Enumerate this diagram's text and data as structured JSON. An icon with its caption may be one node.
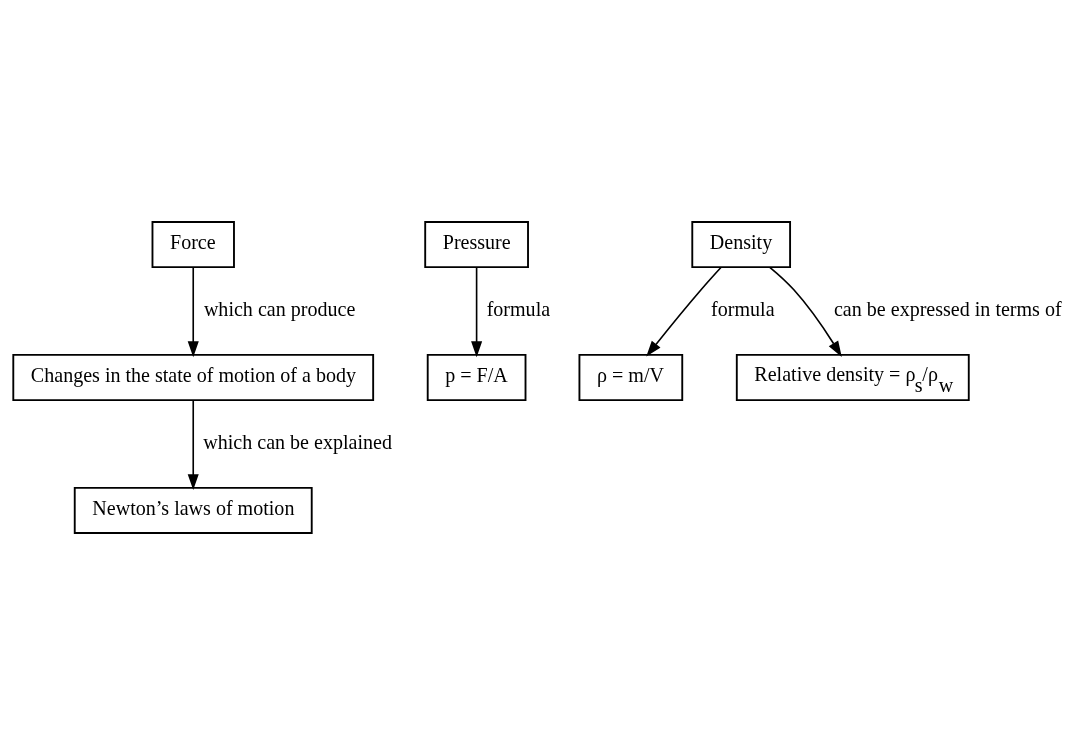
{
  "diagram": {
    "nodes": [
      {
        "text": [
          "Force"
        ]
      },
      {
        "text": [
          "Pressure"
        ]
      },
      {
        "text": [
          "Density"
        ]
      },
      {
        "text": [
          "p = F/A"
        ]
      },
      {
        "text": [
          "ρ = m/V"
        ]
      },
      {
        "text": [
          "Relative density = ρ$_{s}$/ρ$_{w}$"
        ]
      },
      {
        "text": [
          "Changes in the state of motion of a body"
        ]
      },
      {
        "text": [
          "Newton’s laws of motion"
        ]
      }
    ],
    "edges": [
      {
        "from": 0,
        "to": 6,
        "arrow": "to",
        "label": "which can produce"
      },
      {
        "from": 6,
        "to": 7,
        "arrow": "to",
        "label": "which can be explained"
      },
      {
        "from": 1,
        "to": 3,
        "arrow": "to",
        "label": "formula"
      },
      {
        "from": 2,
        "to": 4,
        "arrow": "to",
        "label": "formula"
      },
      {
        "from": 2,
        "to": 5,
        "arrow": "to",
        "label": "can be expressed in terms of"
      }
    ]
  }
}
